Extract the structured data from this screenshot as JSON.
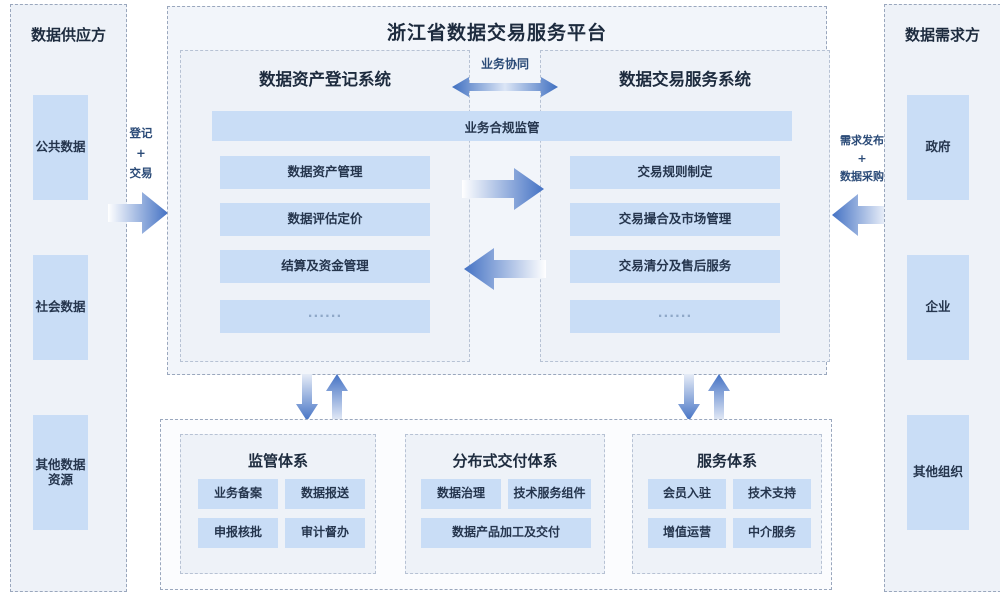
{
  "diagram": {
    "title": "浙江省数据交易服务平台"
  },
  "supply": {
    "title": "数据供应方",
    "items": [
      "公共数据",
      "社会数据",
      "其他数据资源"
    ]
  },
  "demand": {
    "title": "数据需求方",
    "items": [
      "政府",
      "企业",
      "其他组织"
    ]
  },
  "flows": {
    "left": "登记\n+\n交易",
    "left_line1": "登记",
    "left_plus": "+",
    "left_line2": "交易",
    "right_line1": "需求发布",
    "right_plus": "+",
    "right_line2": "数据采购",
    "center_top": "业务协同"
  },
  "compliance": {
    "label": "业务合规监管"
  },
  "registry_system": {
    "title": "数据资产登记系统",
    "items": [
      "数据资产管理",
      "数据评估定价",
      "结算及资金管理",
      "······"
    ]
  },
  "trading_system": {
    "title": "数据交易服务系统",
    "items": [
      "交易规则制定",
      "交易撮合及市场管理",
      "交易清分及售后服务",
      "······"
    ]
  },
  "subsystems": [
    {
      "title": "监管体系",
      "rows": [
        [
          "业务备案",
          "数据报送"
        ],
        [
          "申报核批",
          "审计督办"
        ]
      ]
    },
    {
      "title": "分布式交付体系",
      "rows": [
        [
          "数据治理",
          "技术服务组件"
        ],
        [
          "数据产品加工及交付"
        ]
      ]
    },
    {
      "title": "服务体系",
      "rows": [
        [
          "会员入驻",
          "技术支持"
        ],
        [
          "增值运营",
          "中介服务"
        ]
      ]
    }
  ],
  "colors": {
    "chip": "#c9ddf6",
    "panel": "#eef2f8",
    "arrow": "#4472c4",
    "border": "#9aa7bd",
    "text": "#25354d",
    "accent_text": "#2a4a77"
  },
  "icons": {
    "arrow_right": "arrow-right-icon",
    "arrow_left": "arrow-left-icon",
    "arrow_bidirectional": "arrow-bidirectional-icon",
    "arrow_down": "arrow-down-icon",
    "arrow_up": "arrow-up-icon"
  }
}
